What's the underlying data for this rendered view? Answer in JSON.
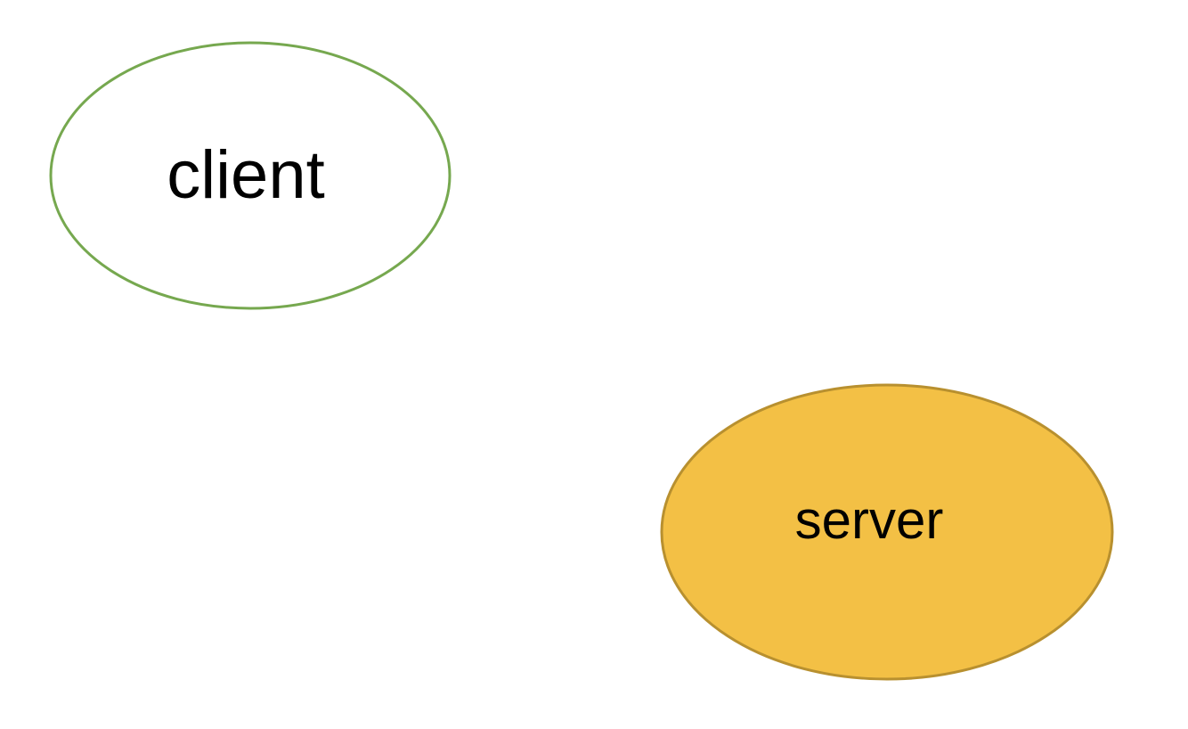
{
  "diagram": {
    "nodes": [
      {
        "id": "client",
        "label": "client",
        "fill": "#ffffff",
        "stroke": "#76a84f"
      },
      {
        "id": "server",
        "label": "server",
        "fill": "#f3c045",
        "stroke": "#b8902f"
      }
    ]
  }
}
